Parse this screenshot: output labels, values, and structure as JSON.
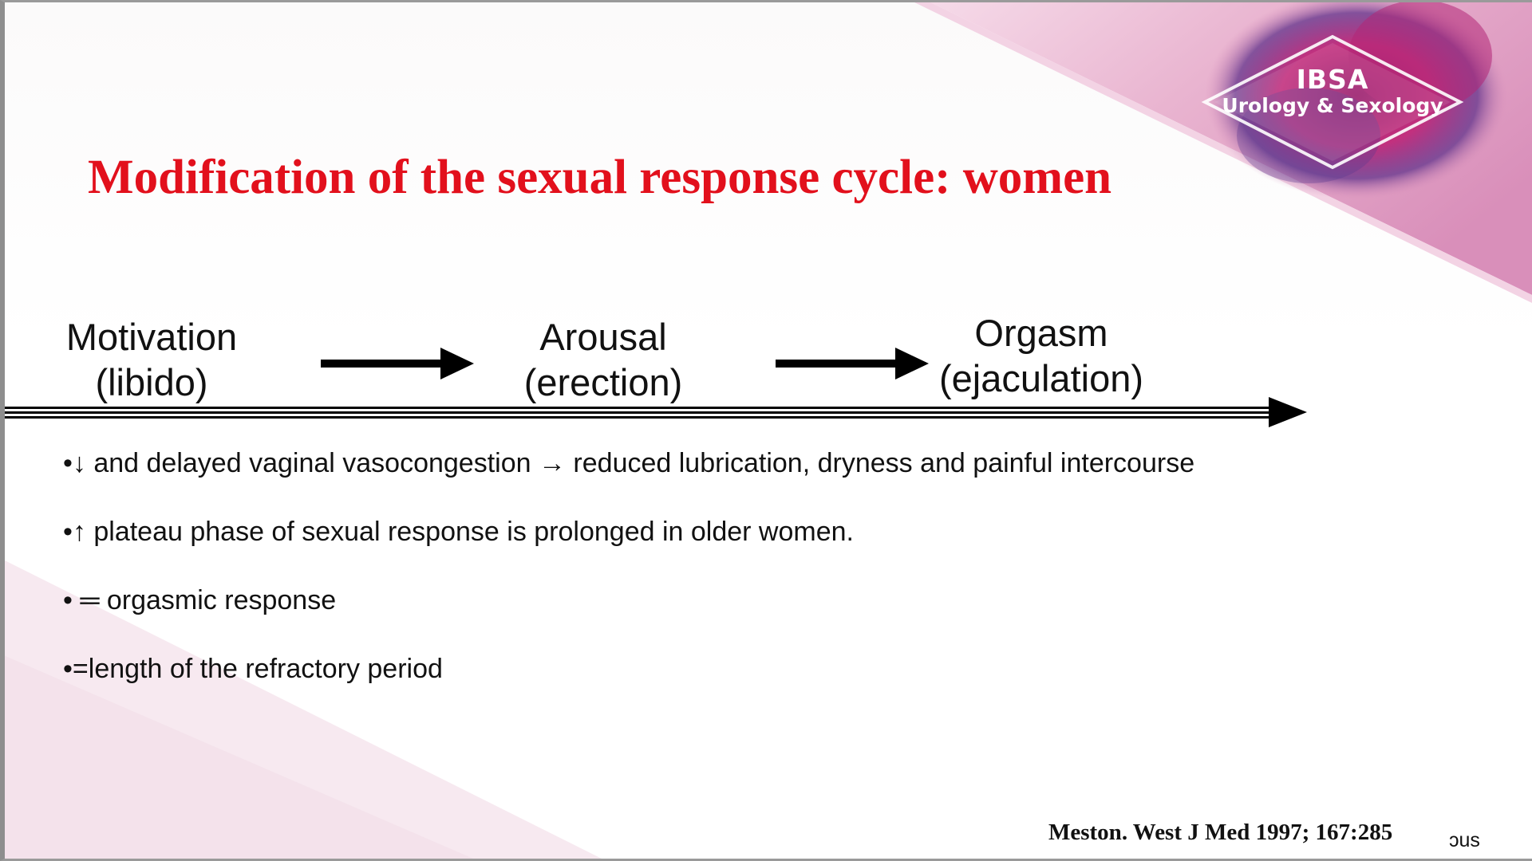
{
  "slide": {
    "logo": {
      "brand": "IBSA",
      "subtitle": "Urology & Sexology"
    },
    "title": "Modification of the sexual response cycle: women",
    "stages": [
      {
        "line1": "Motivation",
        "line2": "(libido)"
      },
      {
        "line1": "Arousal",
        "line2": "(erection)"
      },
      {
        "line1": "Orgasm",
        "line2": "(ejaculation)"
      }
    ],
    "bullets": [
      "•↓ and delayed vaginal vasocongestion → reduced lubrication, dryness and painful intercourse",
      "•↑ plateau phase of sexual response is prolonged in older women.",
      "• ═ orgasmic response",
      "•=length of the refractory period"
    ],
    "citation": "Meston.  West J Med 1997; 167:285",
    "overlay_fragment": "ɔus"
  },
  "colors": {
    "title": "#e2101c",
    "text": "#111111",
    "banner_pink": "#e9b7d3",
    "banner_magenta": "#b0246f"
  }
}
